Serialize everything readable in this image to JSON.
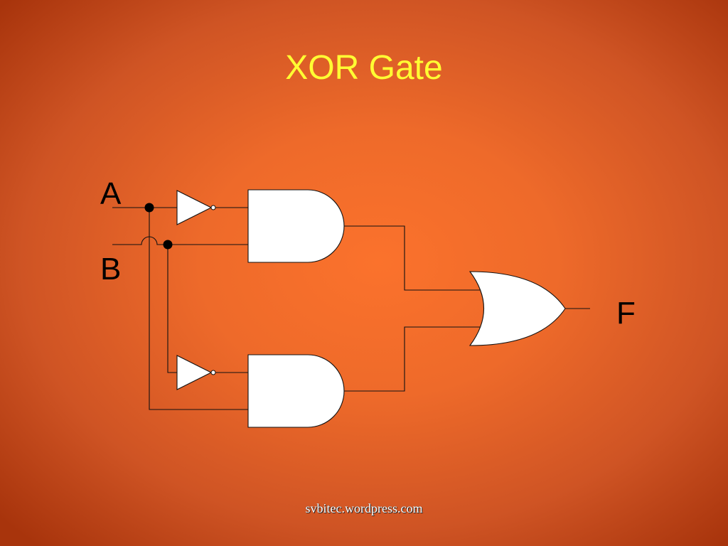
{
  "slide": {
    "title": "XOR Gate",
    "footer": "svbitec.wordpress.com"
  },
  "diagram": {
    "inputs": [
      "A",
      "B"
    ],
    "output": "F",
    "components": [
      {
        "kind": "not-gate",
        "input": "A"
      },
      {
        "kind": "not-gate",
        "input": "B"
      },
      {
        "kind": "and-gate",
        "inputs": [
          "NOT A",
          "B"
        ]
      },
      {
        "kind": "and-gate",
        "inputs": [
          "NOT B",
          "A"
        ]
      },
      {
        "kind": "or-gate",
        "inputs": [
          "AND 1",
          "AND 2"
        ],
        "output": "F"
      }
    ]
  },
  "colors": {
    "title": "#ffff33",
    "footer": "#ffffff",
    "background": "#ee6a2a"
  }
}
